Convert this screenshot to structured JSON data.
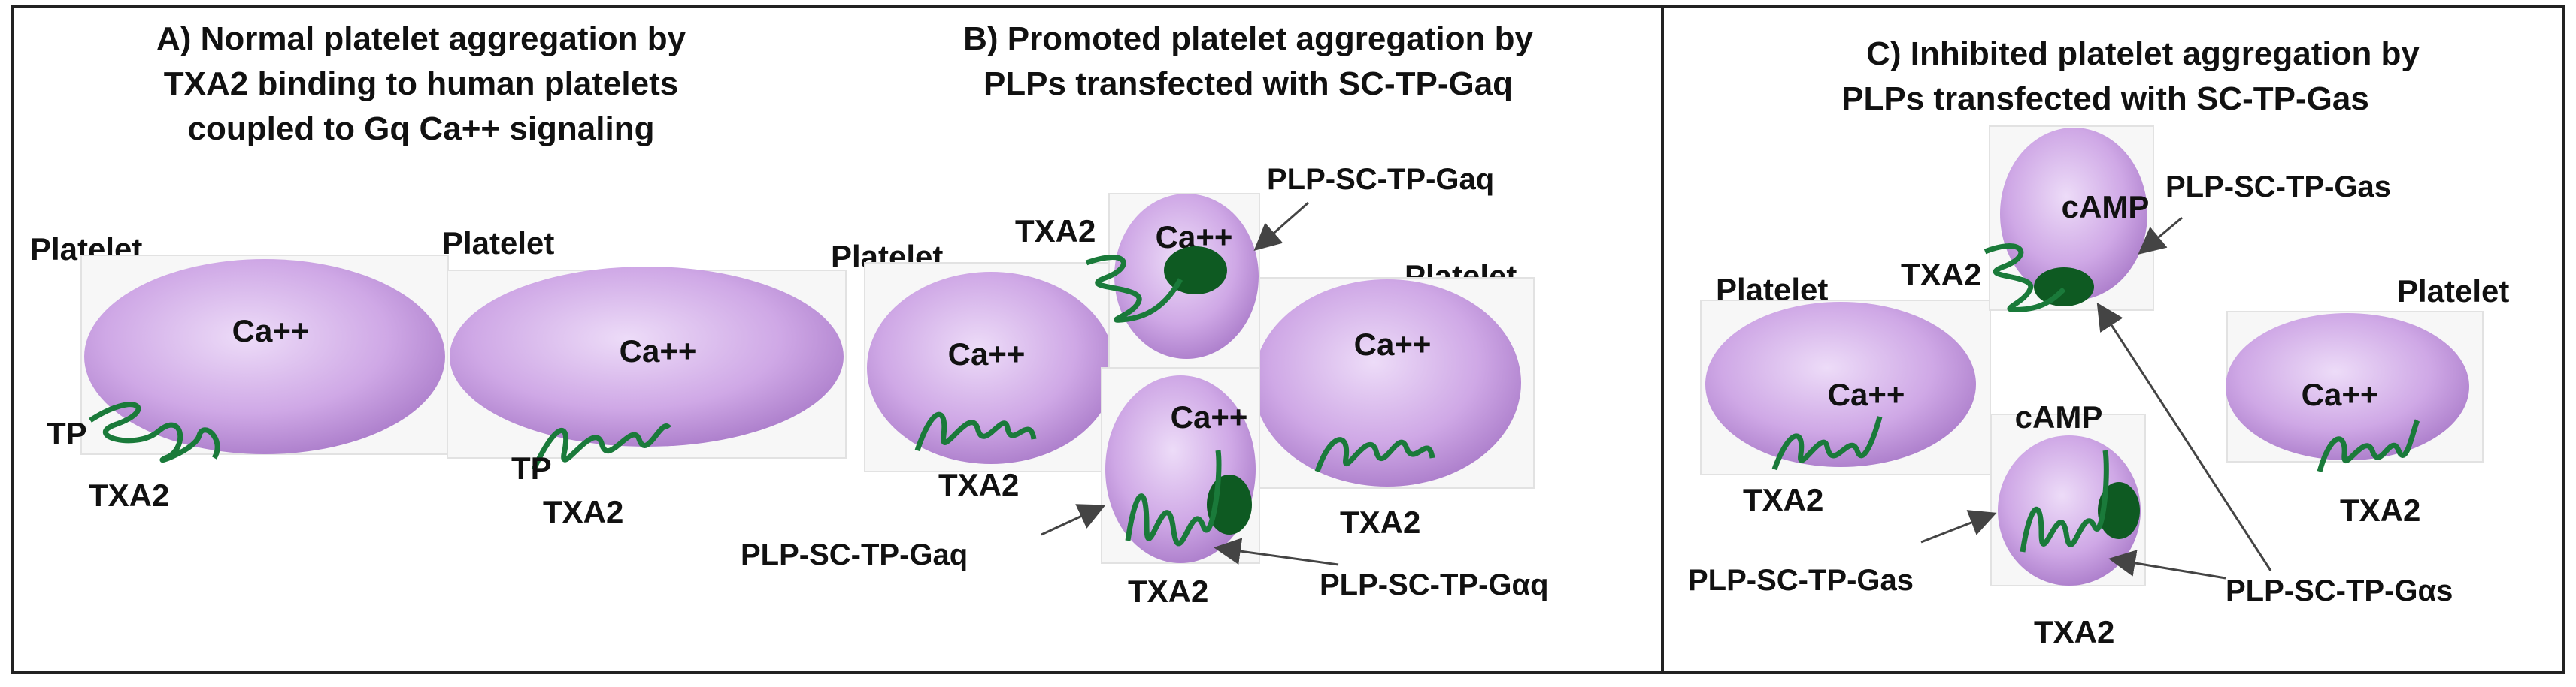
{
  "panels": {
    "a": {
      "title": [
        "A) Normal platelet aggregation by",
        "TXA2 binding to human platelets",
        "coupled to Gq Ca++ signaling"
      ],
      "platelet1": {
        "label": "Platelet",
        "ion": "Ca++",
        "receptor_label": "TP",
        "ligand": "TXA2"
      },
      "platelet2": {
        "label": "Platelet",
        "ion": "Ca++",
        "receptor_label": "TP",
        "ligand": "TXA2"
      }
    },
    "b": {
      "title": [
        "B) Promoted platelet aggregation by",
        "PLPs transfected with SC-TP-Gaq"
      ],
      "platelet_left": {
        "label": "Platelet",
        "ion": "Ca++",
        "ligand": "TXA2"
      },
      "platelet_right": {
        "label": "Platelet",
        "ion": "Ca++",
        "ligand": "TXA2"
      },
      "plp_top": {
        "ion": "Ca++",
        "ligand": "TXA2",
        "construct": "PLP-SC-TP-Gaq"
      },
      "plp_bottom": {
        "ion": "Ca++",
        "ligand": "TXA2",
        "construct_left": "PLP-SC-TP-Gaq",
        "construct_right": "PLP-SC-TP-Gαq"
      }
    },
    "c": {
      "title": [
        "C) Inhibited platelet aggregation by",
        "PLPs transfected with SC-TP-Gas"
      ],
      "platelet_left": {
        "label": "Platelet",
        "ion": "Ca++",
        "ligand": "TXA2"
      },
      "platelet_right": {
        "label": "Platelet",
        "ion": "Ca++",
        "ligand": "TXA2"
      },
      "plp_top": {
        "messenger": "cAMP",
        "ligand": "TXA2",
        "construct": "PLP-SC-TP-Gas"
      },
      "plp_bottom": {
        "messenger": "cAMP",
        "ligand": "TXA2",
        "construct_left": "PLP-SC-TP-Gas",
        "construct_right": "PLP-SC-TP-Gαs"
      }
    }
  },
  "colors": {
    "cell_fill": "#c9a0e0",
    "receptor": "#1a7a3a",
    "protein": "#0e5a22",
    "border": "#222222"
  }
}
